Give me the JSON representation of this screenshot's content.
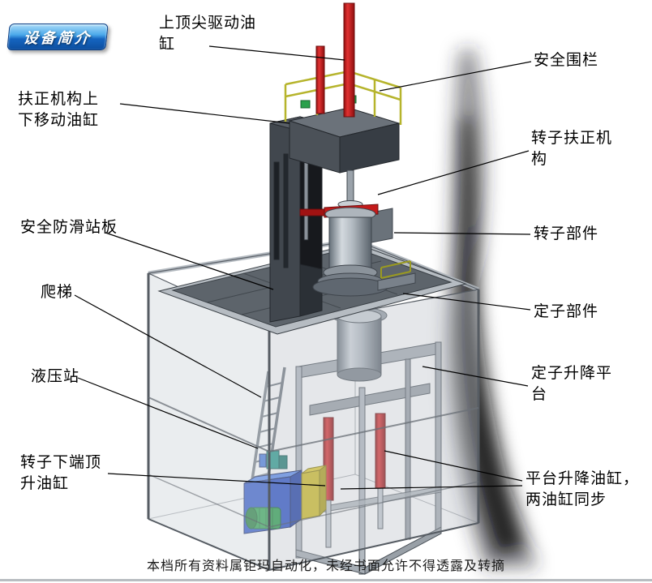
{
  "badge": {
    "label": "设备简介"
  },
  "labels": {
    "top_drive_cylinder": "上顶尖驱动油缸",
    "safety_fence": "安全围栏",
    "centering_updown_cylinder": "扶正机构上下移动油缸",
    "rotor_centering_mechanism": "转子扶正机构",
    "antislip_platform": "安全防滑站板",
    "rotor_part": "转子部件",
    "ladder": "爬梯",
    "stator_part": "定子部件",
    "hydraulic_station": "液压站",
    "stator_lift_platform": "定子升降平台",
    "rotor_bottom_jack_cylinder": "转子下端顶升油缸",
    "platform_lift_cylinders": "平台升降油缸，两油缸同步"
  },
  "footer": {
    "text": "本档所有资料属钜玛自动化，未经书面允许不得透露及转摘"
  },
  "colors": {
    "badge_blue": "#1565c0",
    "cylinder_red": "#c41a1a",
    "railing_yellow": "#b6b42c",
    "hydraulic_blue": "#2a52c8",
    "motor_green": "#2aa04c",
    "platform_gray": "#5d646b"
  }
}
